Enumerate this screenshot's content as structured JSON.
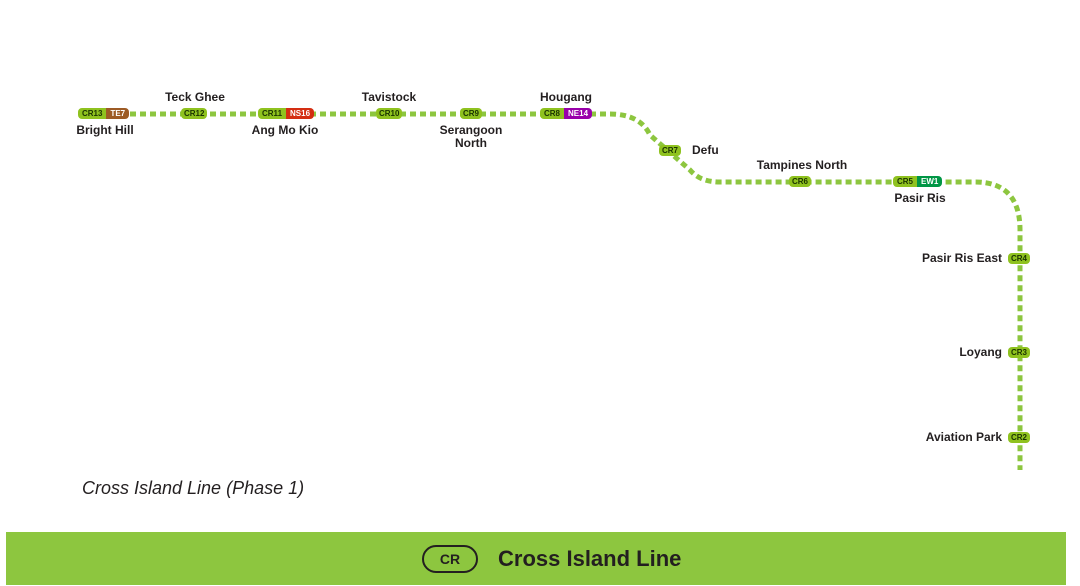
{
  "line": {
    "name": "Cross Island Line",
    "code": "CR",
    "phase_caption": "Cross Island Line (Phase 1)",
    "color": "#8dc63f"
  },
  "interchange_colors": {
    "TE": "#9d5b25",
    "NS": "#d42e12",
    "NE": "#9900aa",
    "EW": "#009645"
  },
  "stations": [
    {
      "code": "CR13",
      "name": "Bright Hill",
      "interchange": "TE7"
    },
    {
      "code": "CR12",
      "name": "Teck Ghee",
      "interchange": ""
    },
    {
      "code": "CR11",
      "name": "Ang Mo Kio",
      "interchange": "NS16"
    },
    {
      "code": "CR10",
      "name": "Tavistock",
      "interchange": ""
    },
    {
      "code": "CR9",
      "name": "Serangoon\nNorth",
      "interchange": ""
    },
    {
      "code": "CR8",
      "name": "Hougang",
      "interchange": "NE14"
    },
    {
      "code": "CR7",
      "name": "Defu",
      "interchange": ""
    },
    {
      "code": "CR6",
      "name": "Tampines North",
      "interchange": ""
    },
    {
      "code": "CR5",
      "name": "Pasir Ris",
      "interchange": "EW1"
    },
    {
      "code": "CR4",
      "name": "Pasir Ris East",
      "interchange": ""
    },
    {
      "code": "CR3",
      "name": "Loyang",
      "interchange": ""
    },
    {
      "code": "CR2",
      "name": "Aviation Park",
      "interchange": ""
    }
  ]
}
